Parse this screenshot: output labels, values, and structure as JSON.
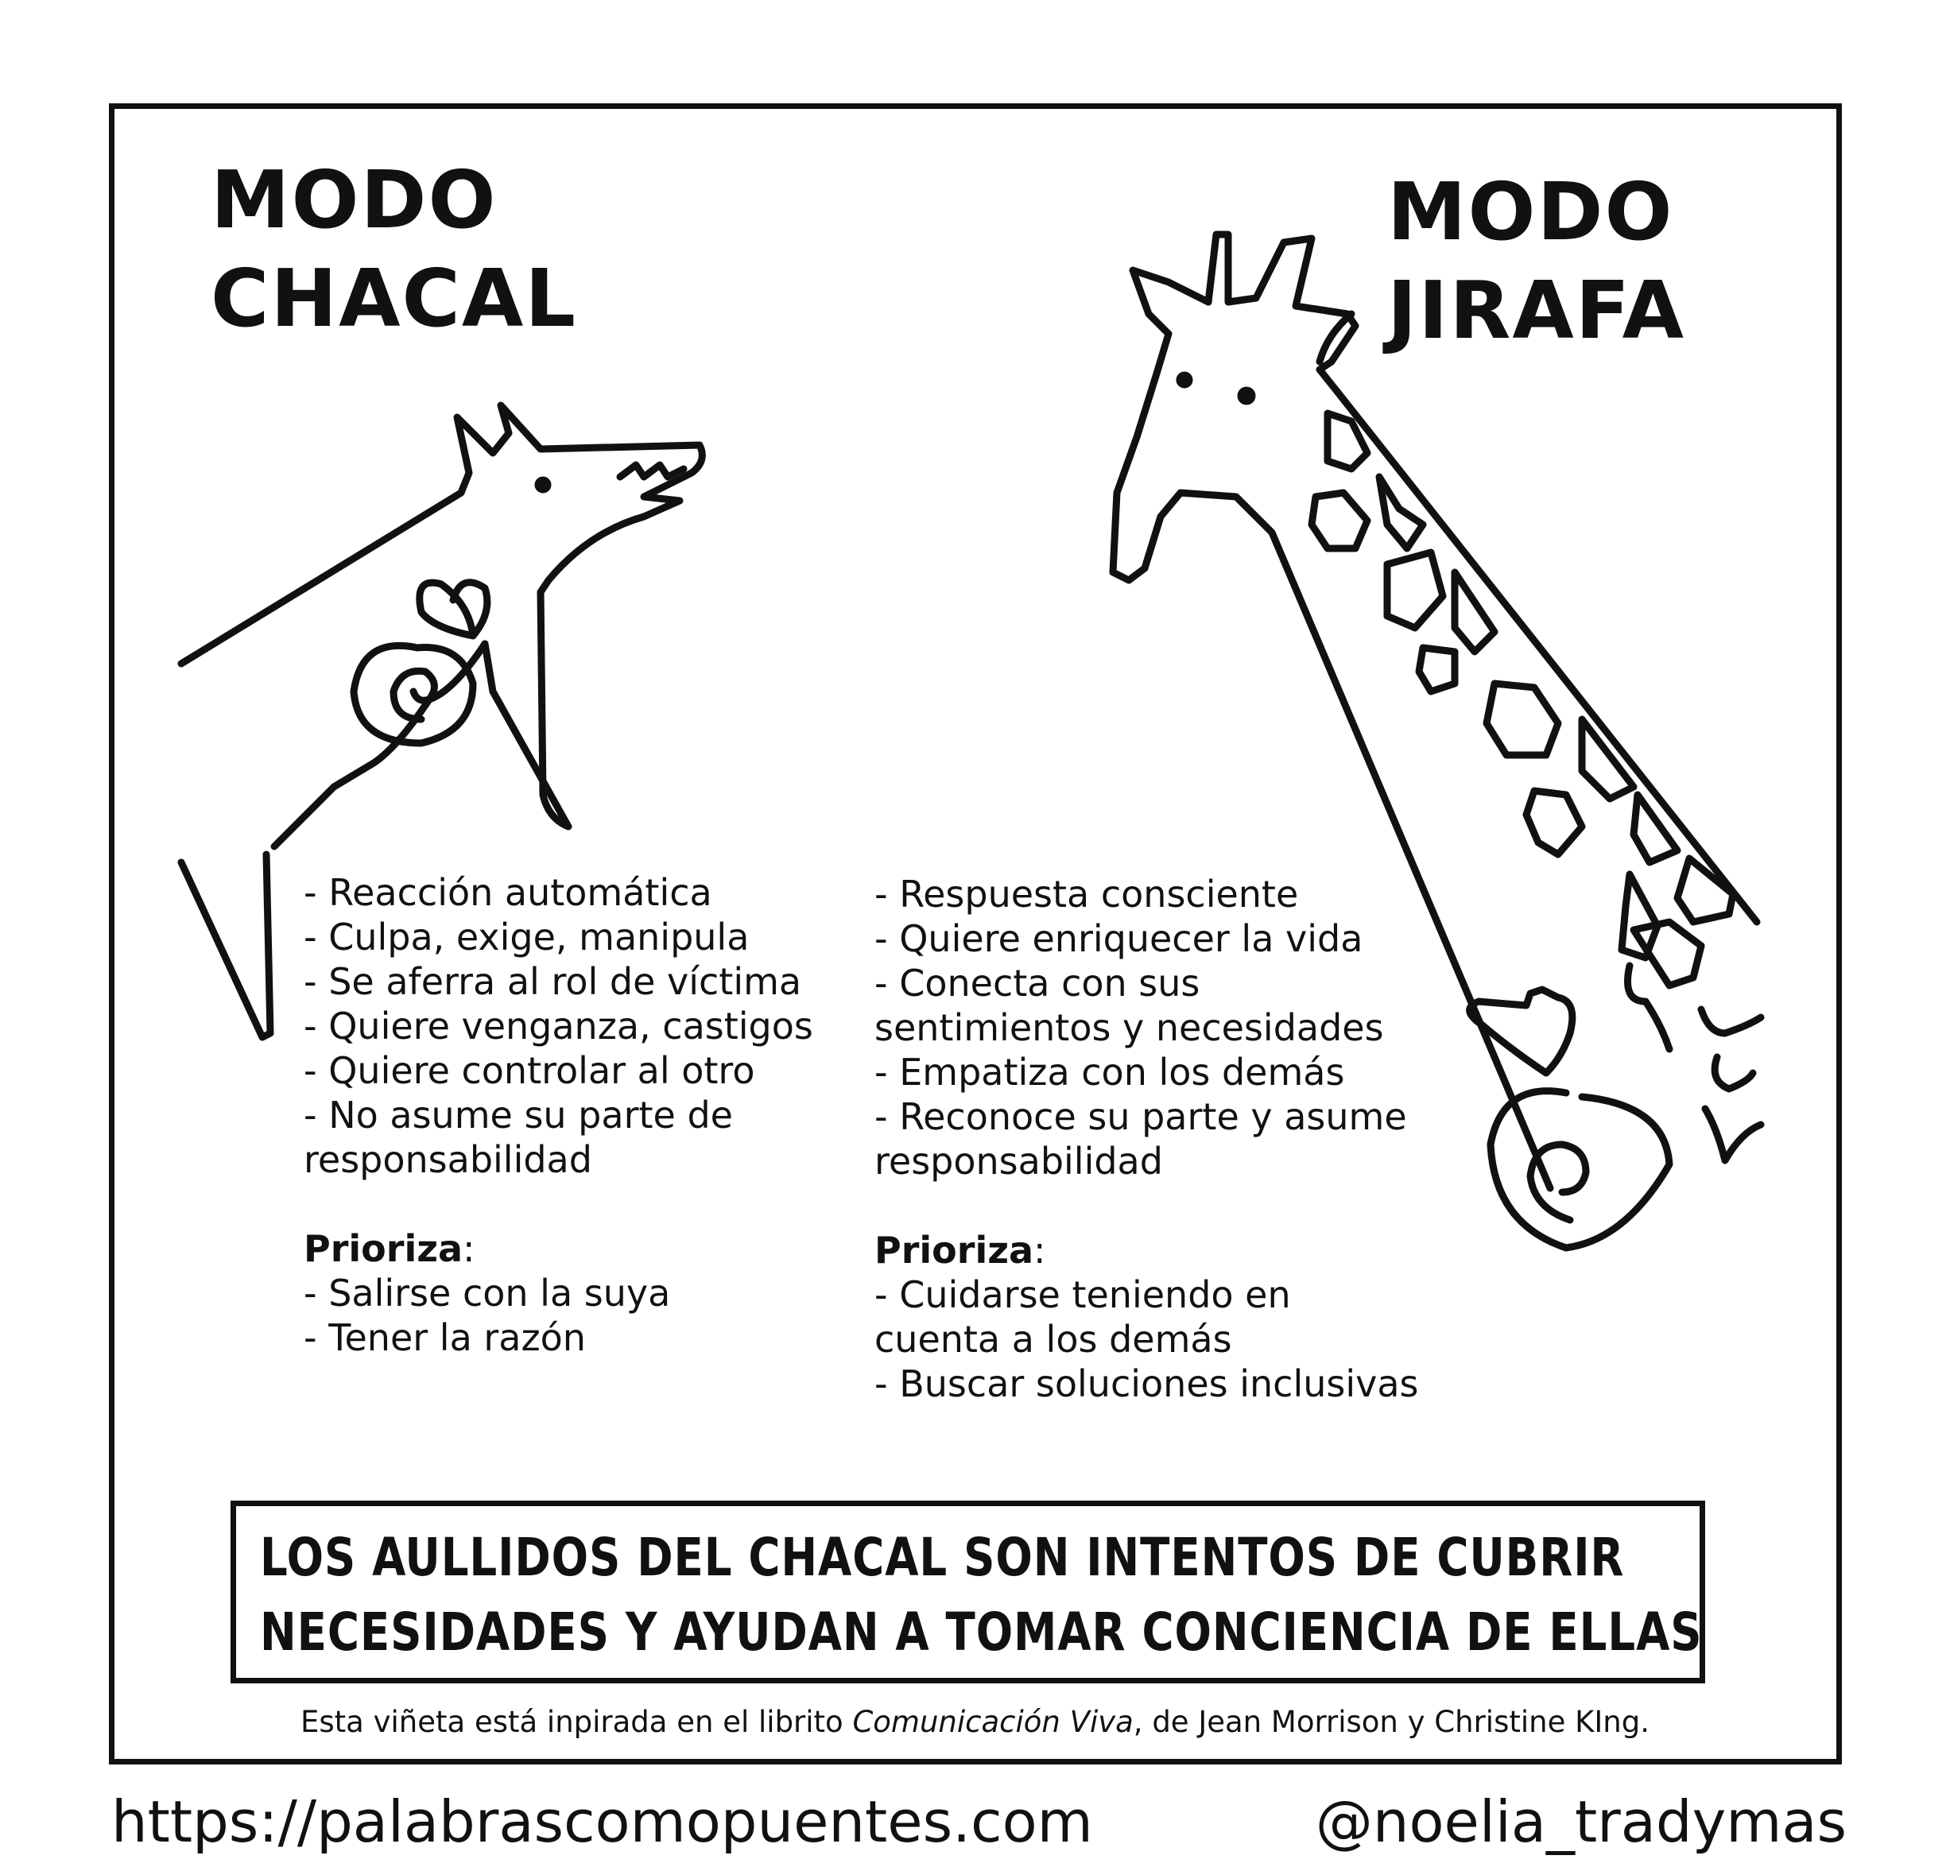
{
  "titles": {
    "left": "MODO\nCHACAL",
    "right": "MODO\nJIRAFA"
  },
  "chacal": {
    "items": [
      "- Reacción automática",
      "- Culpa, exige, manipula",
      "- Se aferra al rol de víctima",
      "- Quiere venganza, castigos",
      "- Quiere controlar al otro",
      "- No asume su parte de responsabilidad"
    ],
    "prioriza_label": "Prioriza",
    "prioriza_colon": ":",
    "prioriza_items": [
      "- Salirse con la suya",
      "- Tener la razón"
    ]
  },
  "jirafa": {
    "items": [
      "- Respuesta consciente",
      "- Quiere enriquecer la vida",
      "- Conecta con sus sentimientos y necesidades",
      "- Empatiza con los demás",
      "- Reconoce su parte y asume responsabilidad"
    ],
    "prioriza_label": "Prioriza",
    "prioriza_colon": ":",
    "prioriza_items": [
      "- Cuidarse teniendo en cuenta a los demás",
      "- Buscar soluciones inclusivas"
    ]
  },
  "banner": {
    "line1": "LOS AULLIDOS DEL CHACAL SON INTENTOS DE CUBRIR",
    "line2": "NECESIDADES Y AYUDAN A TOMAR CONCIENCIA DE ELLAS"
  },
  "credit": {
    "before": "Esta viñeta está inpirada en el librito ",
    "book": "Comunicación Viva",
    "after": ", de Jean Morrison y Christine KIng."
  },
  "footer": {
    "url": "https://palabrascomopuentes.com",
    "handle": "@noelia_tradymas"
  },
  "icons": {
    "jackal": "jackal-drawing-icon",
    "giraffe": "giraffe-drawing-icon",
    "heart": "heart-icon",
    "spiral": "spiral-icon"
  }
}
